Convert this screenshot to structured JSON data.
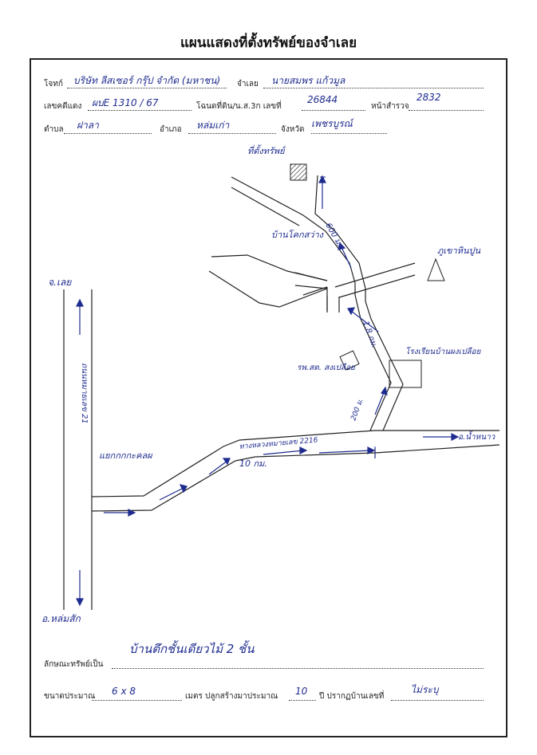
{
  "title": "แผนแสดงที่ตั้งทรัพย์ของจำเลย",
  "form": {
    "plaintiff_label": "โจทก์",
    "plaintiff_value": "บริษัท ลีสเซอร์ กรุ๊ป จำกัด (มหาชน)",
    "defendant_label": "จำเลย",
    "defendant_value": "นายสมพร แก้วมูล",
    "case_label": "เลขคดีแดง",
    "case_value": "ผบE 1310 / 67",
    "deed_label": "โฉนดที่ดิน/น.ส.3ก เลขที่",
    "deed_value": "26844",
    "survey_label": "หน้าสำรวจ",
    "survey_value": "2832",
    "subdistrict_label": "ตำบล",
    "subdistrict_value": "ฝาลา",
    "district_label": "อำเภอ",
    "district_value": "หล่มเก่า",
    "province_label": "จังหวัด",
    "province_value": "เพชรบูรณ์",
    "property_label": "ลักษณะทรัพย์เป็น",
    "property_value": "บ้านตึกชั้นเดียวไม้ 2 ชั้น",
    "size_label": "ขนาดประมาณ",
    "size_value": "6 x 8",
    "build_label": "เมตร ปลูกสร้างมาประมาณ",
    "build_value": "10",
    "house_no_label": "ปี ปรากฏบ้านเลขที่",
    "house_no_value": "ไม่ระบุ"
  },
  "map": {
    "property_location": "ที่ตั้งทรัพย์",
    "village": "บ้านโคกสว่าง",
    "dist_600": "600 ม.",
    "mountain": "ภูเขาหินปูน",
    "dist_1_8": "1.8 กม.",
    "school": "โรงเรียนบ้านผงเปลือย",
    "health_station": "รพ.สต. สงเปลือย",
    "dist_200": "200 ม.",
    "highway": "ทางหลวงหมายเลข 2216",
    "dist_10": "10 กม.",
    "to_nam_nao": "อ.น้ำหนาว",
    "junction": "แยกกกกะคลผ",
    "to_loei": "จ.เลย",
    "to_lom_sak": "อ.หล่มสัก",
    "main_road": "ถนนหมายเลข 21"
  }
}
